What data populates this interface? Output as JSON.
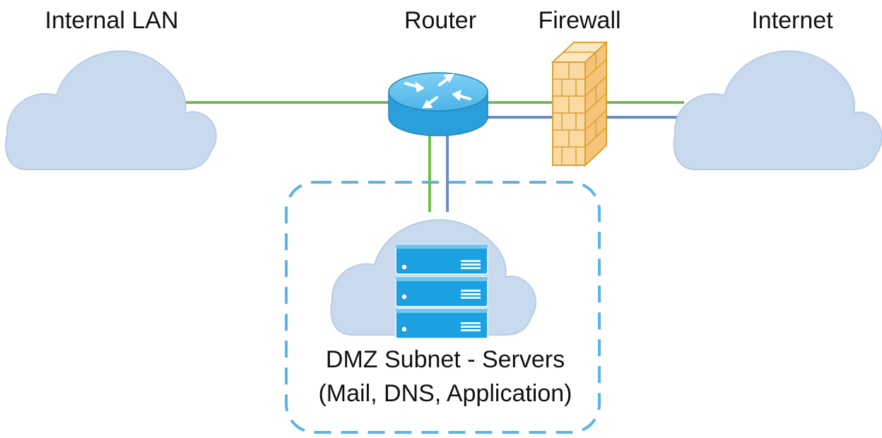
{
  "labels": {
    "internal_lan": "Internal LAN",
    "router": "Router",
    "firewall": "Firewall",
    "internet": "Internet",
    "dmz_line1": "DMZ Subnet - Servers",
    "dmz_line2": "(Mail, DNS, Application)"
  },
  "icons": {
    "lan": "cloud-icon",
    "internet": "cloud-icon",
    "dmz": "cloud-icon",
    "router": "router-icon",
    "firewall": "firewall-brick-icon",
    "servers": "server-stack-icon"
  },
  "colors": {
    "cloud_fill": "#c9d9ee",
    "cloud_stroke": "#b3c7e2",
    "green_link": "#6cc04a",
    "blue_link": "#6c8ebf",
    "router_fill": "#4db3e6",
    "firewall_fill": "#fbd9a2",
    "firewall_stroke": "#d7a231",
    "dmz_border": "#5ab4e5",
    "server_fill": "#1ba1e2"
  }
}
